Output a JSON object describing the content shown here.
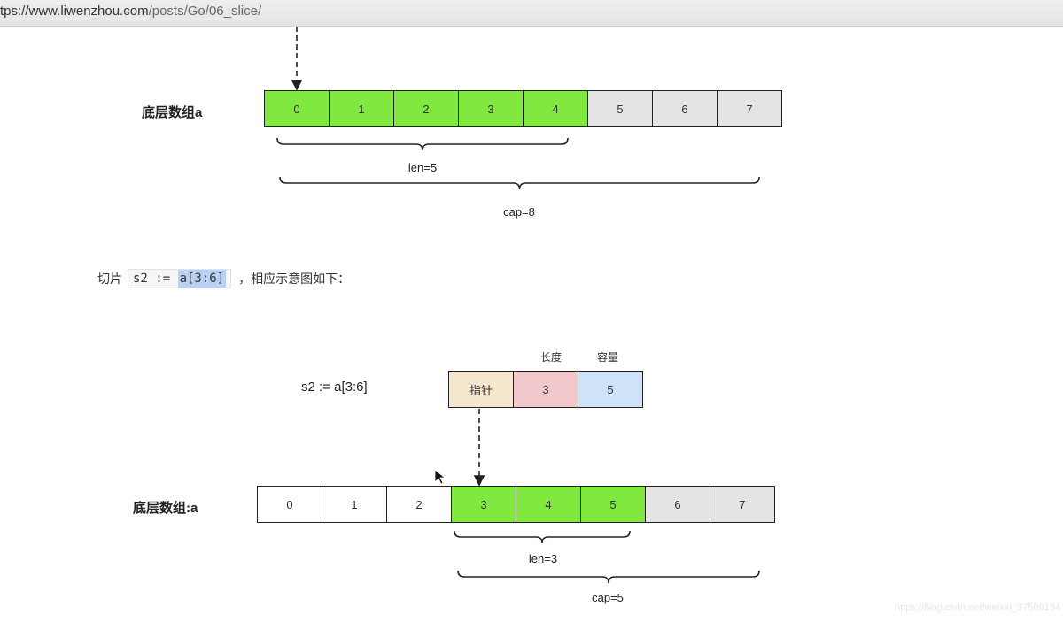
{
  "browser": {
    "url_host": "tps://www.liwenzhou.com",
    "url_path": "/posts/Go/06_slice/"
  },
  "diagram1": {
    "label": "底层数组a",
    "cells": [
      "0",
      "1",
      "2",
      "3",
      "4",
      "5",
      "6",
      "7"
    ],
    "highlight": [
      0,
      1,
      2,
      3,
      4
    ],
    "len_label": "len=5",
    "cap_label": "cap=8"
  },
  "paragraph": {
    "prefix": "切片",
    "code_plain": "s2 := ",
    "code_selected": "a[3:6]",
    "suffix": "，相应示意图如下："
  },
  "diagram2": {
    "slice_label": "s2 := a[3:6]",
    "header_len": "长度",
    "header_cap": "容量",
    "struct": {
      "pointer": "指针",
      "len": "3",
      "cap": "5"
    },
    "array_label": "底层数组:a",
    "cells": [
      "0",
      "1",
      "2",
      "3",
      "4",
      "5",
      "6",
      "7"
    ],
    "highlight": [
      3,
      4,
      5
    ],
    "len_label": "len=3",
    "cap_label": "cap=5"
  },
  "watermark": "https://blog.csdn.net/weixin_37509194",
  "colors": {
    "green": "#80e83e",
    "gray": "#e4e4e4",
    "pointer": "#f7e7cc",
    "len": "#f1c8cc",
    "cap": "#cfe3f8"
  }
}
